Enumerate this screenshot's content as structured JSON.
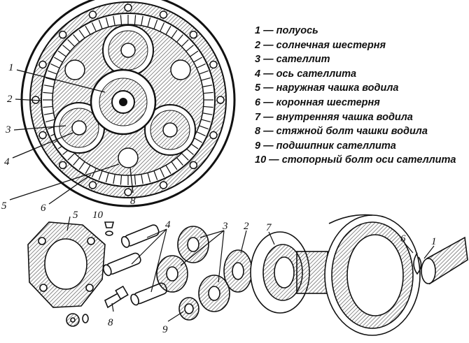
{
  "legend": {
    "items": [
      {
        "number": "1",
        "text": "полуось"
      },
      {
        "number": "2",
        "text": "солнечная шестерня"
      },
      {
        "number": "3",
        "text": "сателлит"
      },
      {
        "number": "4",
        "text": "ось сателлита"
      },
      {
        "number": "5",
        "text": "наружная чашка водила"
      },
      {
        "number": "6",
        "text": "коронная шестерня"
      },
      {
        "number": "7",
        "text": "внутренняя чашка водила"
      },
      {
        "number": "8",
        "text": "стяжной болт чашки водила"
      },
      {
        "number": "9",
        "text": "подшипник сателлита"
      },
      {
        "number": "10",
        "text": "стопорный болт оси сателлита"
      }
    ],
    "separator": "—"
  },
  "callouts": {
    "top": [
      "1",
      "2",
      "3",
      "4",
      "5",
      "6",
      "8"
    ],
    "bottom": [
      "10",
      "5",
      "4",
      "3",
      "2",
      "7",
      "6",
      "1",
      "8",
      "9"
    ]
  },
  "colors": {
    "ink": "#111111",
    "paper": "#ffffff",
    "hatch": "#444444"
  }
}
